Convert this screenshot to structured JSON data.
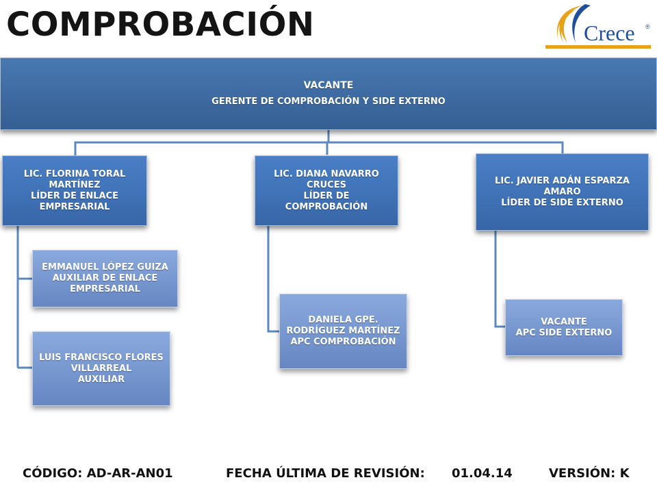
{
  "header": {
    "title": "COMPROBACIÓN",
    "logo_text": "Crece",
    "logo_mark": "®"
  },
  "top": {
    "line1": "VACANTE",
    "line2": "GERENTE DE COMPROBACIÓN Y SIDE EXTERNO"
  },
  "leads": [
    {
      "lines": [
        "LIC. FLORINA TORAL",
        "MARTÍNEZ",
        "LÍDER DE ENLACE",
        "EMPRESARIAL"
      ]
    },
    {
      "lines": [
        "LIC. DIANA NAVARRO",
        "CRUCES",
        "LÍDER DE",
        "COMPROBACIÓN"
      ]
    },
    {
      "lines": [
        "LIC. JAVIER ADÁN ESPARZA",
        "AMARO",
        "LÍDER DE SIDE EXTERNO"
      ]
    }
  ],
  "subs": [
    {
      "lines": [
        "EMMANUEL LÓPEZ GUIZA",
        "AUXILIAR DE ENLACE",
        "EMPRESARIAL"
      ]
    },
    {
      "lines": [
        "LUIS FRANCISCO FLORES",
        "VILLARREAL",
        "AUXILIAR"
      ]
    },
    {
      "lines": [
        "DANIELA GPE.",
        "RODRÍGUEZ MARTÍNEZ",
        "APC COMPROBACIÓN"
      ]
    },
    {
      "lines": [
        "VACANTE",
        "APC SIDE EXTERNO"
      ]
    }
  ],
  "footer": {
    "code": "CÓDIGO: AD-AR-AN01",
    "revision_label": "FECHA ÚLTIMA DE REVISIÓN:",
    "revision_date": "01.04.14",
    "version": "VERSIÓN: K"
  },
  "colors": {
    "top_box": "#3d6aa1",
    "lead_box": "#3f72b6",
    "sub_box": "#7696cf",
    "connector": "#5b88c0",
    "logo_blue": "#1f4f9c",
    "logo_gold": "#e7a21a"
  }
}
